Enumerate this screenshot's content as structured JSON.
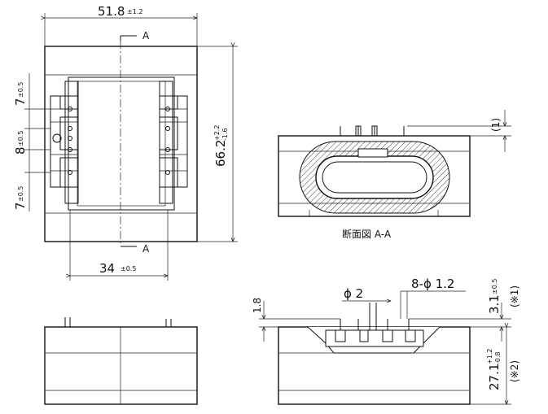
{
  "top_view": {
    "width": "51.8",
    "width_tol": "±1.2",
    "section_top": "A",
    "section_bottom": "A",
    "height": "66.2",
    "height_tol_plus": "+2.2",
    "height_tol_minus": "-1.6",
    "pitch_1": "7",
    "pitch_1_tol": "±0.5",
    "pitch_2": "8",
    "pitch_2_tol": "±0.5",
    "pitch_3": "7",
    "pitch_3_tol": "±0.5",
    "mount_width": "34",
    "mount_width_tol": "±0.5"
  },
  "section_view": {
    "caption": "断面図 A-A",
    "pin_height": "(1)"
  },
  "side_view": {
    "dim_1_8": "1.8",
    "pin_dia": "ϕ 2",
    "holes": "8-ϕ 1.2",
    "height_3_1": "3.1",
    "height_3_1_tol": "±0.5",
    "note_1": "(※1)",
    "height_27_1": "27.1",
    "height_27_1_tol_plus": "+1.2",
    "height_27_1_tol_minus": "-0.8",
    "note_2": "(※2)"
  }
}
